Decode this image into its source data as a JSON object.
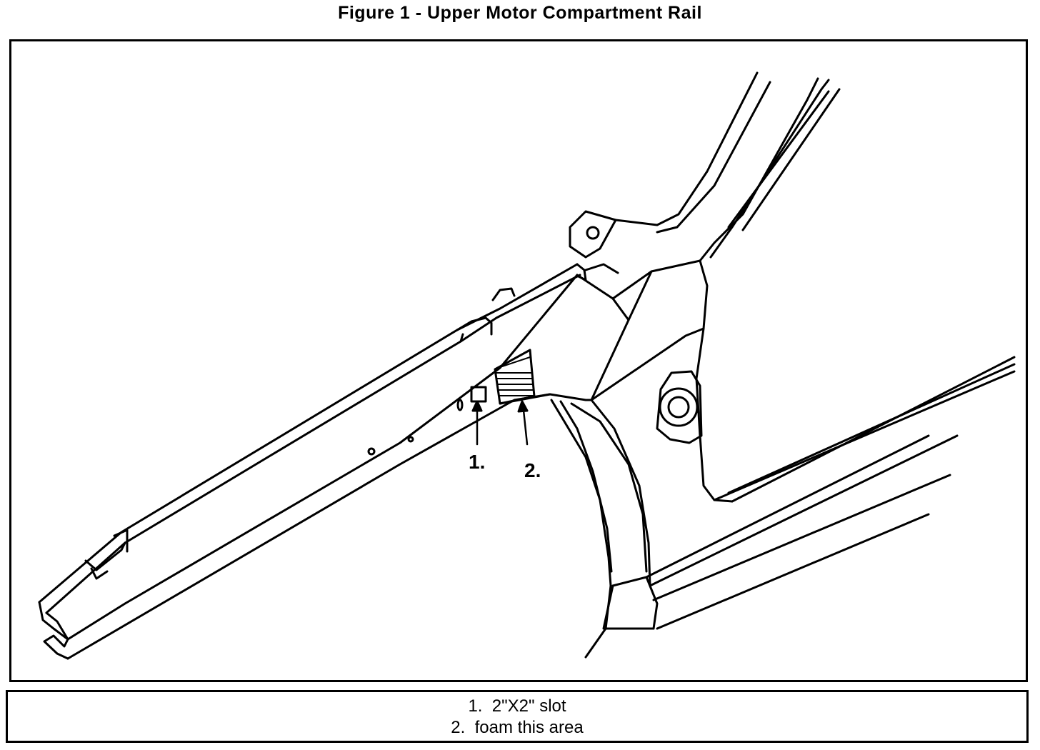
{
  "title": "Figure 1 - Upper Motor Compartment Rail",
  "callouts": [
    {
      "label": "1."
    },
    {
      "label": "2."
    }
  ],
  "legend": [
    {
      "number": "1.",
      "text": "2\"X2\" slot"
    },
    {
      "number": "2.",
      "text": "foam this area"
    }
  ]
}
